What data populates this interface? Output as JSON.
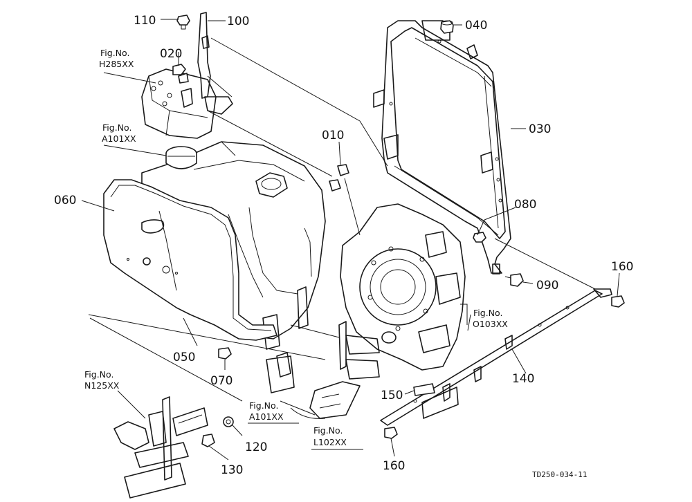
{
  "callouts": {
    "c110": "110",
    "c100": "100",
    "c040": "040",
    "c020": "020",
    "c030": "030",
    "c010": "010",
    "c060": "060",
    "c080": "080",
    "c160a": "160",
    "c090": "090",
    "c050": "050",
    "c070": "070",
    "c140": "140",
    "c150": "150",
    "c120": "120",
    "c130": "130",
    "c160b": "160"
  },
  "figure_refs": {
    "h285": {
      "line1": "Fig.No.",
      "line2": "H285XX"
    },
    "a101_top": {
      "line1": "Fig.No.",
      "line2": "A101XX"
    },
    "o103": {
      "line1": "Fig.No.",
      "line2": "O103XX"
    },
    "n125": {
      "line1": "Fig.No.",
      "line2": "N125XX"
    },
    "a101_bot": {
      "line1": "Fig.No.",
      "line2": "A101XX"
    },
    "l102": {
      "line1": "Fig.No.",
      "line2": "L102XX"
    }
  },
  "drawing_code": "TD250-034-11"
}
